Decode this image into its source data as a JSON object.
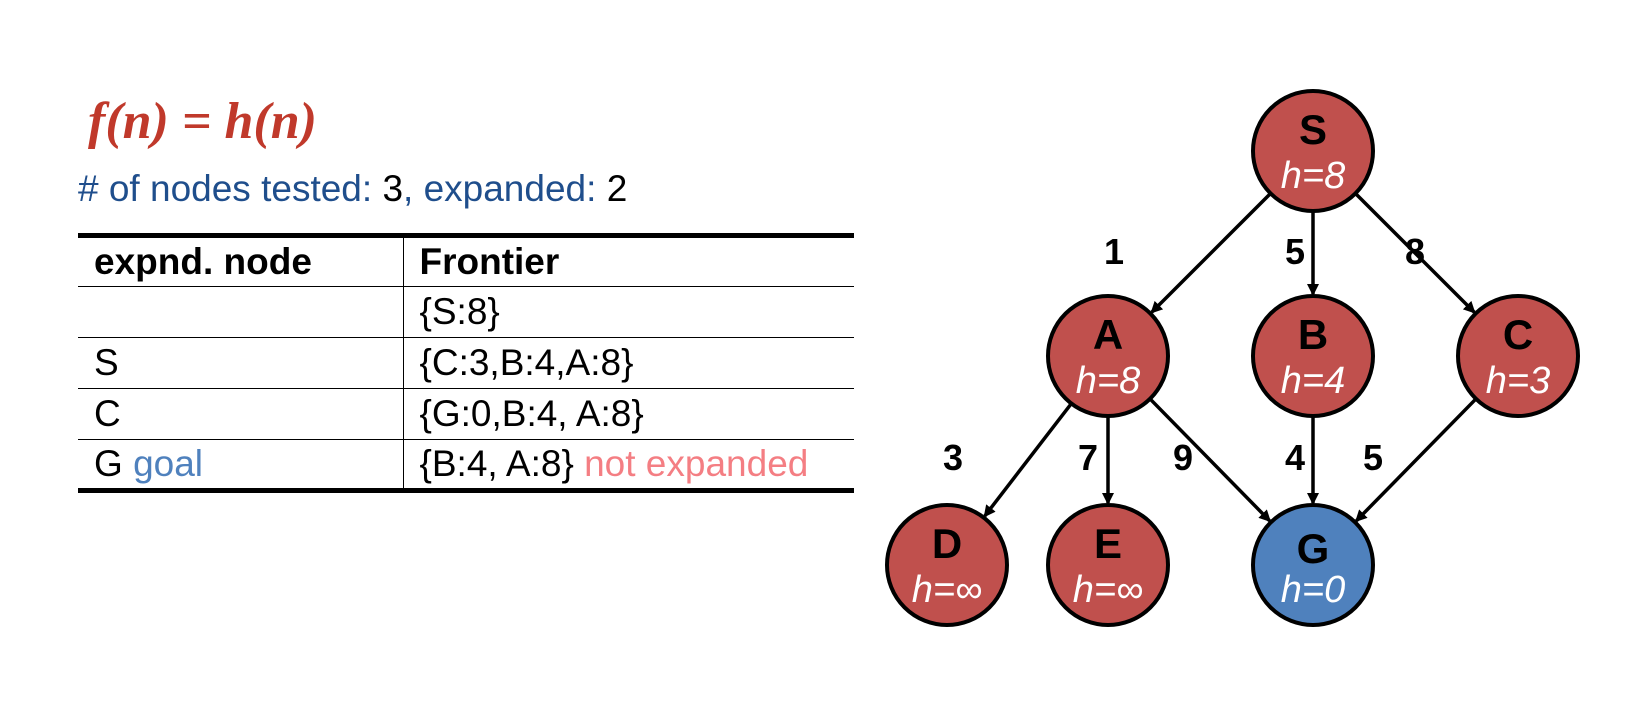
{
  "formula": "f(n) = h(n)",
  "stats": {
    "tested_label": "# of nodes tested: ",
    "tested_value": "3",
    "expanded_label": ", expanded: ",
    "expanded_value": "2"
  },
  "table": {
    "headers": [
      "expnd. node",
      "Frontier"
    ],
    "rows": [
      {
        "node": "",
        "node_note": "",
        "frontier": "{S:8}",
        "frontier_note": ""
      },
      {
        "node": "S",
        "node_note": "",
        "frontier": "{C:3,B:4,A:8}",
        "frontier_note": ""
      },
      {
        "node": "C",
        "node_note": "",
        "frontier": "{G:0,B:4, A:8}",
        "frontier_note": ""
      },
      {
        "node": "G ",
        "node_note": "goal",
        "frontier": "{B:4, A:8} ",
        "frontier_note": "not expanded"
      }
    ]
  },
  "colors": {
    "node_fill": "#c0504d",
    "goal_fill": "#4f81bd",
    "formula": "#c0392b",
    "stats_text": "#1f4e8c",
    "goal_note": "#4f81bd",
    "frontier_note": "#f47e83"
  },
  "graph": {
    "nodes": [
      {
        "id": "S",
        "name": "S",
        "h": "h=8",
        "goal": false
      },
      {
        "id": "A",
        "name": "A",
        "h": "h=8",
        "goal": false
      },
      {
        "id": "B",
        "name": "B",
        "h": "h=4",
        "goal": false
      },
      {
        "id": "C",
        "name": "C",
        "h": "h=3",
        "goal": false
      },
      {
        "id": "D",
        "name": "D",
        "h": "h=∞",
        "goal": false
      },
      {
        "id": "E",
        "name": "E",
        "h": "h=∞",
        "goal": false
      },
      {
        "id": "G",
        "name": "G",
        "h": "h=0",
        "goal": true
      }
    ],
    "edges": [
      {
        "from": "S",
        "to": "A",
        "cost": "1"
      },
      {
        "from": "S",
        "to": "B",
        "cost": "5"
      },
      {
        "from": "S",
        "to": "C",
        "cost": "8"
      },
      {
        "from": "A",
        "to": "D",
        "cost": "3"
      },
      {
        "from": "A",
        "to": "E",
        "cost": "7"
      },
      {
        "from": "A",
        "to": "G",
        "cost": "9"
      },
      {
        "from": "B",
        "to": "G",
        "cost": "4"
      },
      {
        "from": "C",
        "to": "G",
        "cost": "5"
      }
    ]
  }
}
